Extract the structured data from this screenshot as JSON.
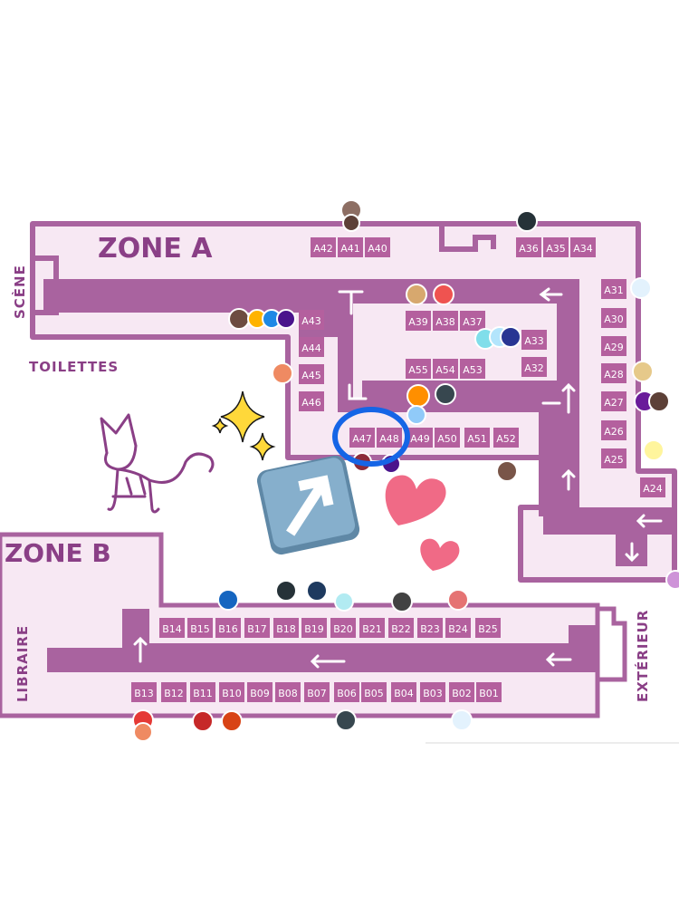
{
  "zones": {
    "a": "ZONE A",
    "b": "ZONE B"
  },
  "side_labels": {
    "stage": "SCÈNE",
    "toilets": "TOILETTES",
    "bookshop": "LIBRAIRE",
    "exterior": "EXTÉRIEUR"
  },
  "booths": {
    "a42": "A42",
    "a41": "A41",
    "a40": "A40",
    "a36": "A36",
    "a35": "A35",
    "a34": "A34",
    "a31": "A31",
    "a30": "A30",
    "a29": "A29",
    "a28": "A28",
    "a27": "A27",
    "a26": "A26",
    "a25": "A25",
    "a24": "A24",
    "a43": "A43",
    "a44": "A44",
    "a45": "A45",
    "a46": "A46",
    "a39": "A39",
    "a38": "A38",
    "a37": "A37",
    "a33": "A33",
    "a32": "A32",
    "a55": "A55",
    "a54": "A54",
    "a53": "A53",
    "a47": "A47",
    "a48": "A48",
    "a49": "A49",
    "a50": "A50",
    "a51": "A51",
    "a52": "A52",
    "b14": "B14",
    "b15": "B15",
    "b16": "B16",
    "b17": "B17",
    "b18": "B18",
    "b19": "B19",
    "b20": "B20",
    "b21": "B21",
    "b22": "B22",
    "b23": "B23",
    "b24": "B24",
    "b25": "B25",
    "b13": "B13",
    "b12": "B12",
    "b11": "B11",
    "b10": "B10",
    "b09": "B09",
    "b08": "B08",
    "b07": "B07",
    "b06": "B06",
    "b05": "B05",
    "b04": "B04",
    "b03": "B03",
    "b02": "B02",
    "b01": "B01"
  },
  "highlight": {
    "circled_booths": [
      "A47",
      "A48"
    ]
  },
  "colors": {
    "wall": "#a9639f",
    "floor": "#f7e8f3",
    "booth": "#b4609e",
    "text_purple": "#8a3f86",
    "circle": "#1565e6",
    "heart": "#f06a86",
    "sparkle": "#ffd83a",
    "arrow_key": "#7aa4c2"
  },
  "icons": [
    "up-right-arrow-icon",
    "heart-icon",
    "sparkle-icon",
    "cat-drawing-icon",
    "artist-avatar-icon"
  ]
}
